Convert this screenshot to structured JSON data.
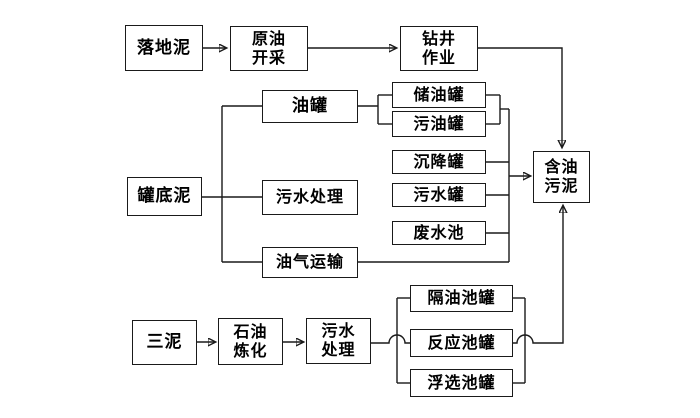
{
  "figure": {
    "description": "Flowchart of oily sludge sources",
    "colors": {
      "background": "#ffffff",
      "line": "#1a1a1a",
      "box_border": "#1a1a1a",
      "box_fill": "#ffffff",
      "text": "#000000"
    }
  },
  "nodes": {
    "luodini": {
      "label": "落地泥"
    },
    "yuanyou_kaicai": {
      "label": "原油\n开采"
    },
    "zuanjing_zuoye": {
      "label": "钻井\n作业"
    },
    "youguan": {
      "label": "油罐"
    },
    "chuyouguan": {
      "label": "储油罐"
    },
    "wuyouguan": {
      "label": "污油罐"
    },
    "guandini": {
      "label": "罐底泥"
    },
    "wushui_chuli_mid": {
      "label": "污水处理"
    },
    "chenjiangguan": {
      "label": "沉降罐"
    },
    "wushuiguan": {
      "label": "污水罐"
    },
    "feishuichi": {
      "label": "废水池"
    },
    "youqi_yunshu": {
      "label": "油气运输"
    },
    "hanyou_wuni": {
      "label": "含油\n污泥"
    },
    "sanni": {
      "label": "三泥"
    },
    "shiyou_lianhua": {
      "label": "石油\n炼化"
    },
    "wushui_chuli_bottom": {
      "label": "污水\n处理"
    },
    "geyou_chiguan": {
      "label": "隔油池罐"
    },
    "fanying_chiguan": {
      "label": "反应池罐"
    },
    "fuxuan_chiguan": {
      "label": "浮选池罐"
    }
  }
}
